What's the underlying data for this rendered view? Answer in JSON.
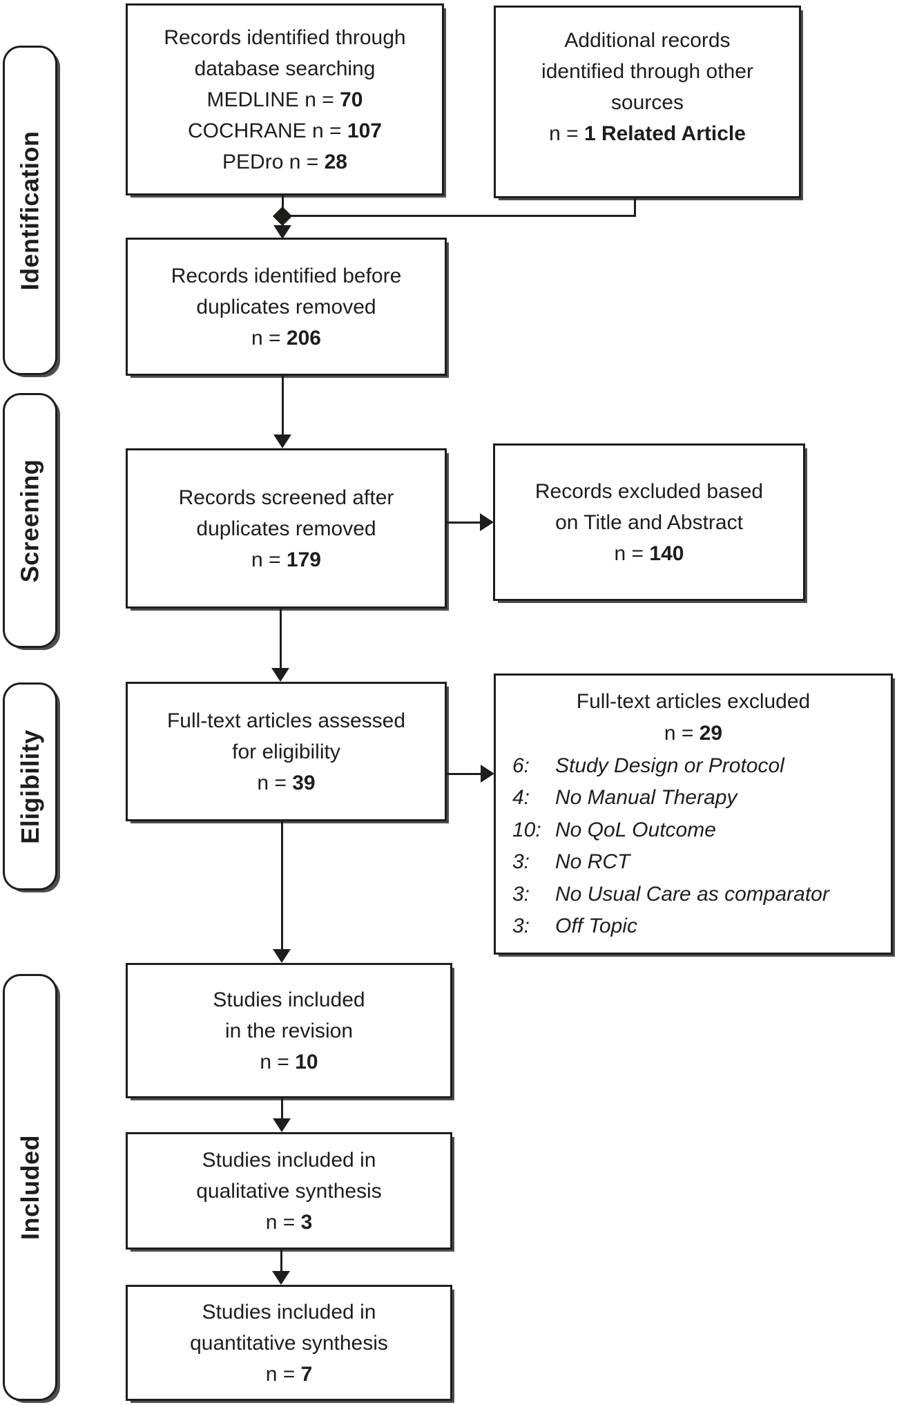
{
  "stages": {
    "identification": "Identification",
    "screening": "Screening",
    "eligibility": "Eligibility",
    "included": "Included"
  },
  "boxes": {
    "db_search": {
      "line1": "Records identified through",
      "line2": "database searching",
      "stats": [
        {
          "label": "MEDLINE n = ",
          "value": "70"
        },
        {
          "label": "COCHRANE n = ",
          "value": "107"
        },
        {
          "label": "PEDro n = ",
          "value": "28"
        }
      ]
    },
    "other_sources": {
      "line1": "Additional records",
      "line2": "identified through other",
      "line3": "sources",
      "stat": {
        "label": "n = ",
        "value": "1 Related Article"
      }
    },
    "before_duplicates": {
      "line1": "Records identified before",
      "line2": "duplicates removed",
      "stat": {
        "label": "n = ",
        "value": "206"
      }
    },
    "screened": {
      "line1": "Records screened after",
      "line2": "duplicates removed",
      "stat": {
        "label": "n = ",
        "value": "179"
      }
    },
    "excluded_title_abstract": {
      "line1": "Records excluded based",
      "line2": "on Title and Abstract",
      "stat": {
        "label": "n = ",
        "value": "140"
      }
    },
    "fulltext_assessed": {
      "line1": "Full-text articles assessed",
      "line2": "for eligibility",
      "stat": {
        "label": "n = ",
        "value": "39"
      }
    },
    "fulltext_excluded": {
      "title": "Full-text articles excluded",
      "stat": {
        "label": "n = ",
        "value": "29"
      },
      "reasons": [
        {
          "num": "6:",
          "text": "Study Design or Protocol"
        },
        {
          "num": "4:",
          "text": "No Manual Therapy"
        },
        {
          "num": "10:",
          "text": "No QoL Outcome"
        },
        {
          "num": "3:",
          "text": "No RCT"
        },
        {
          "num": "3:",
          "text": "No Usual Care as comparator"
        },
        {
          "num": "3:",
          "text": "Off Topic"
        }
      ]
    },
    "included_revision": {
      "line1": "Studies included",
      "line2": "in the revision",
      "stat": {
        "label": "n = ",
        "value": "10"
      }
    },
    "qualitative": {
      "line1": "Studies included in",
      "line2": "qualitative synthesis",
      "stat": {
        "label": "n = ",
        "value": "3"
      }
    },
    "quantitative": {
      "line1": "Studies included in",
      "line2": "quantitative synthesis",
      "stat": {
        "label": "n = ",
        "value": "7"
      }
    }
  },
  "colors": {
    "ink": "#1d1d1b",
    "background": "#ffffff"
  }
}
